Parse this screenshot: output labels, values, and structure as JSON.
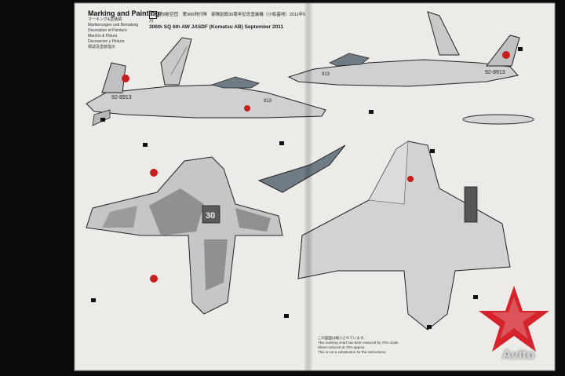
{
  "header": {
    "title": "Marking and Painting",
    "lines": [
      "マーキング&塗装図",
      "Markierungen und Bemalung",
      "Decoration et Peinture",
      "Marcho & Pittura",
      "Decoracion y Pintura",
      "標誌及塗裝指示"
    ]
  },
  "caption": {
    "chip": "D",
    "line1": "第6航空団　第306飛行隊　部隊創設30周年記念塗装機（小松基地）2011年5月",
    "line2": "306th SQ 6th AW JASDF (Komatsu AB) September 2011"
  },
  "aircraft_markings": {
    "serial": "92-8913",
    "tail_number": "913",
    "anniversary": "30"
  },
  "footnote": {
    "line1": "この図面は縮小されています。",
    "line2": "This marking chart has been reduced by 70% scale.",
    "line3": "Sheet reduced at 70% approx.",
    "line4": "This is not a substitution for the instructions."
  },
  "watermark": {
    "brand": "Avito",
    "colors": {
      "star": "#d6222a",
      "text": "#d9d9d9"
    }
  },
  "colors": {
    "sheet": "#ecebe7",
    "camo_light": "#c5c6c7",
    "camo_dark": "#8f9092",
    "outline": "#1f1f1f",
    "roundel": "#c81e1e"
  }
}
